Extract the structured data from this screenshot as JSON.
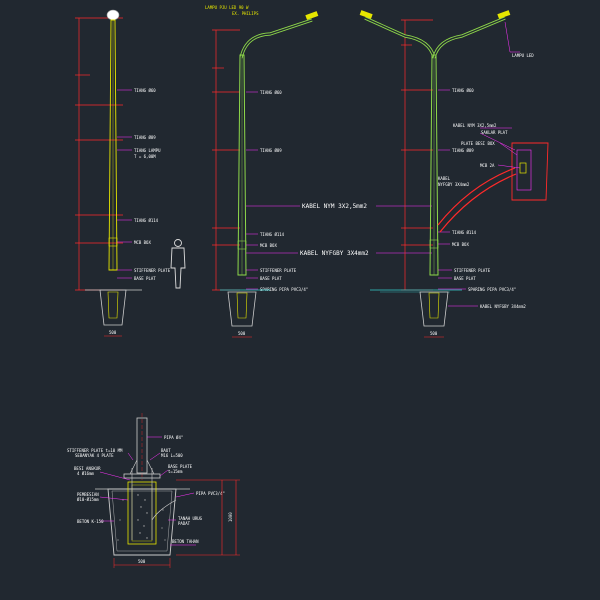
{
  "colors": {
    "background": "#212830",
    "pole": "#e6e600",
    "pole_green": "#8ed84a",
    "dimension": "#ff2a2a",
    "leader": "#ff33ff",
    "text": "#ffffff",
    "ground": "#33cccc",
    "footing": "#cccccc"
  },
  "pole_single": {
    "top_label": "",
    "dim_text": "",
    "labels": {
      "tiang_top": "TIANG Ø60",
      "tiang_mid": "TIANG Ø89",
      "tiang_lampu": "TIANG LAMPU",
      "tiang_lampu_t": "T = 6,00M",
      "tiang_low": "TIANG Ø114",
      "mcb": "MCB BOX",
      "stiffener": "STIFFENER PLATE",
      "base_plat": "BASE PLAT",
      "base_dim": "500"
    }
  },
  "pole_single_arm": {
    "top_label_1": "LAMPU PJU LED 90 W",
    "top_label_2": "EX. PHILIPS",
    "labels": {
      "tiang_top": "TIANG Ø60",
      "tiang_mid": "TIANG Ø89",
      "tiang_low": "TIANG Ø114",
      "mcb": "MCB BOX",
      "stiffener": "STIFFENER PLATE",
      "base_plat": "BASE PLAT",
      "pipa": "SPARING PIPA PVC3/4\"",
      "base_dim": "500"
    },
    "cable_1": "KABEL NYM 3X2,5mm2",
    "cable_2": "KABEL NYFGBY 3X4mm2"
  },
  "pole_double_arm": {
    "lampu_led": "LAMPU LED",
    "labels": {
      "tiang_top": "TIANG Ø60",
      "tiang_mid": "TIANG Ø89",
      "tiang_low": "TIANG Ø114",
      "mcb": "MCB BOX",
      "stiffener": "STIFFENER PLATE",
      "base_plat": "BASE PLAT",
      "pipa": "SPARING PIPA PVC3/4\"",
      "kabel_ground": "KABEL NYFGBY 3X4mm2",
      "base_dim": "500"
    },
    "panel_labels": {
      "kabel_nym": "KABEL NYM 3X2,5mm2",
      "saklar": "SAKLAR PLAT",
      "plate": "PLATE BESI BOX",
      "mcb": "MCB 2A",
      "kabel_nyfgby_1": "KABEL",
      "kabel_nyfgby_2": "NYFGBY 3X4mm2"
    }
  },
  "detail": {
    "pipa": "PIPA Ø4\"",
    "stiffener_1": "STIFFENER PLATE t=10 MM",
    "stiffener_2": "SEBANYAK 4 PLATE",
    "baut_1": "BAUT",
    "baut_2": "M16 L=500",
    "base_plate_1": "BASE PLATE",
    "base_plate_2": "t=15mm",
    "besi_angkur_1": "BESI ANGKUR",
    "besi_angkur_2": "4 Ø16mm",
    "pembesian_1": "PEMBESIAN",
    "pembesian_2": "Ø10-Ø15mm",
    "pipa_pvc": "PIPA PVC3/4\"",
    "beton": "BETON K-150",
    "tanah_urug_1": "TANAH URUG",
    "tanah_urug_2": "PADAT",
    "beton_tahan": "BETON TAHAN",
    "dim_h": "1000",
    "dim_b": "500"
  }
}
